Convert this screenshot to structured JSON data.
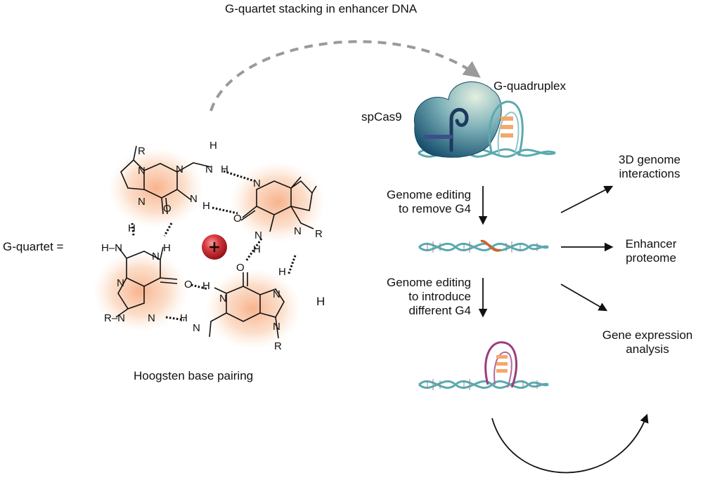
{
  "title": "G-quartet stacking in enhancer DNA",
  "labels": {
    "g_quadruplex": "G-quadruplex",
    "spcas9": "spCas9",
    "g_quartet_eq": "G-quartet =",
    "hoogsten": "Hoogsten base pairing",
    "edit_remove_1": "Genome editing",
    "edit_remove_2": "to remove G4",
    "edit_intro_1": "Genome editing",
    "edit_intro_2": "to introduce",
    "edit_intro_3": "different G4",
    "out_3d_1": "3D genome",
    "out_3d_2": "interactions",
    "out_prot_1": "Enhancer",
    "out_prot_2": "proteome",
    "out_expr_1": "Gene expression",
    "out_expr_2": "analysis",
    "stray_h": "H"
  },
  "cation_symbol": "+",
  "colors": {
    "glow": "#f6b48a",
    "cation": "#c8282e",
    "cas9_dark": "#1d5a7a",
    "cas9_light": "#cfe3d3",
    "dna": "#5aa9b0",
    "dna_edit": "#d0632b",
    "g4_orange": "#f4a86a",
    "g4_purple": "#9a3d7e",
    "arrow": "#111111",
    "dash": "#9a9a9a"
  }
}
